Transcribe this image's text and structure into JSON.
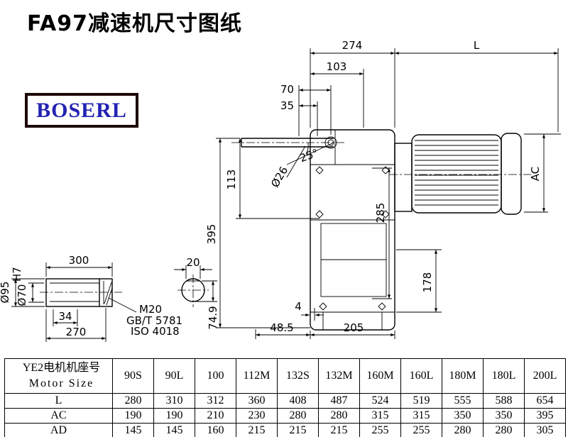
{
  "page": {
    "title": "FA97减速机尺寸图纸",
    "logo_text": "BOSERL"
  },
  "drawing": {
    "dims": {
      "w274": "274",
      "L": "L",
      "w103": "103",
      "w70": "70",
      "w35": "35",
      "angle25": "25°",
      "dia26": "Ø26",
      "h113": "113",
      "h395": "395",
      "h285": "285",
      "AC": "AC",
      "h178": "178",
      "gap4": "4",
      "w48_5": "48.5",
      "w205": "205",
      "shaft300": "300",
      "shaft34": "34",
      "shaft270": "270",
      "dia95": "Ø95",
      "dia70": "Ø70",
      "tol": "H7",
      "m20": "M20",
      "gbt": "GB/T 5781",
      "iso": "ISO 4018",
      "key20": "20",
      "key74_9": "74.9"
    }
  },
  "table": {
    "header": {
      "line1": "YE2电机机座号",
      "line2": "Motor Size"
    },
    "columns": [
      "90S",
      "90L",
      "100",
      "112M",
      "132S",
      "132M",
      "160M",
      "160L",
      "180M",
      "180L",
      "200L"
    ],
    "rows": [
      {
        "label": "L",
        "values": [
          "280",
          "310",
          "312",
          "360",
          "408",
          "487",
          "524",
          "519",
          "555",
          "588",
          "654"
        ]
      },
      {
        "label": "AC",
        "values": [
          "190",
          "190",
          "210",
          "230",
          "280",
          "280",
          "315",
          "315",
          "350",
          "350",
          "395"
        ]
      },
      {
        "label": "AD",
        "values": [
          "145",
          "145",
          "160",
          "215",
          "215",
          "215",
          "255",
          "255",
          "280",
          "280",
          "305"
        ]
      }
    ]
  }
}
